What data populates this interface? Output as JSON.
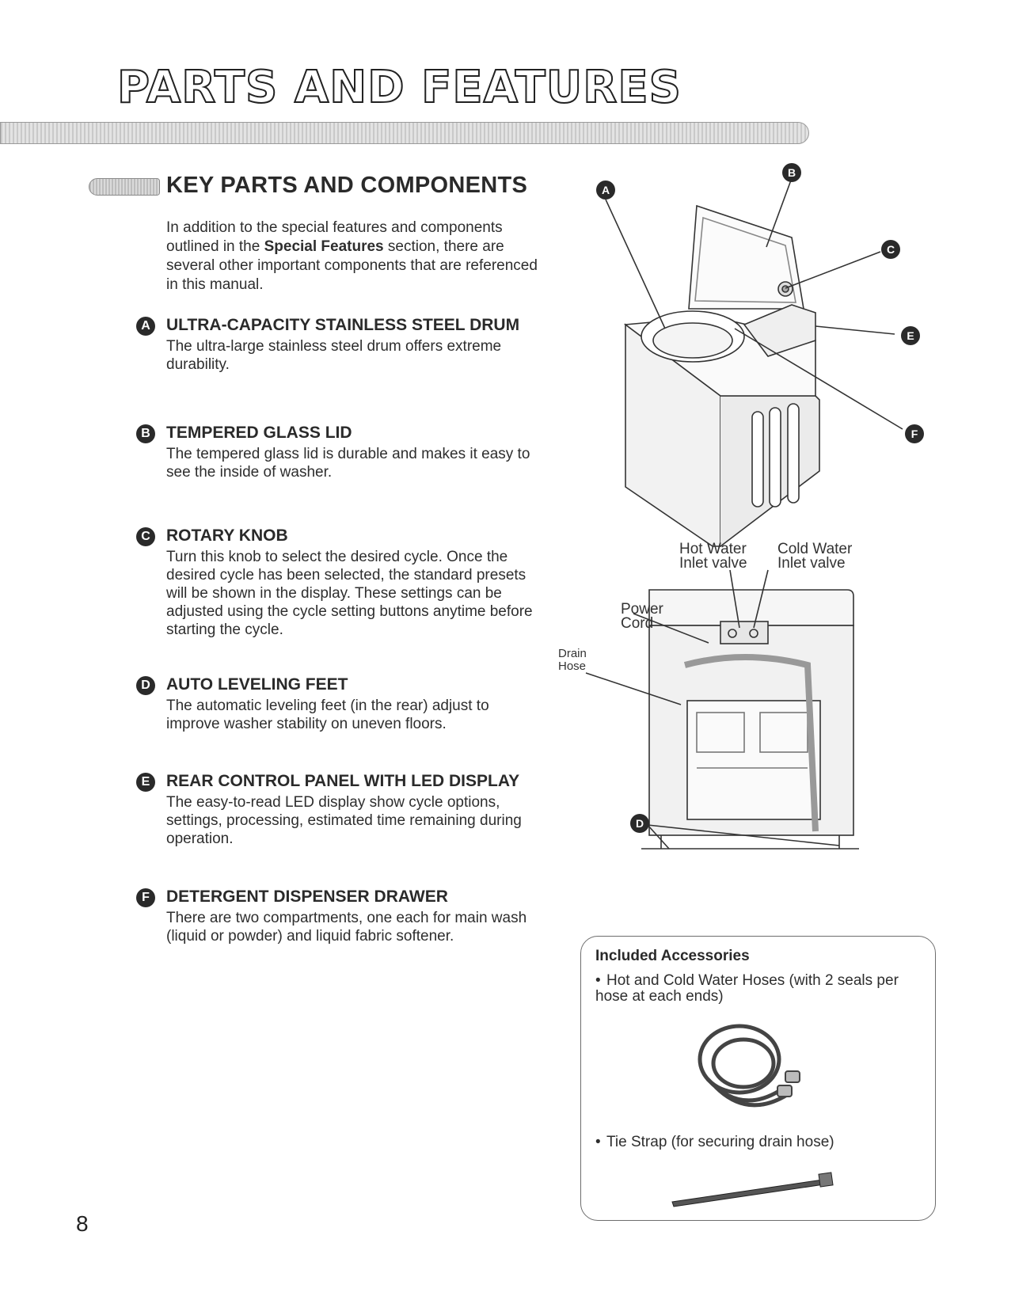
{
  "header": {
    "title": "PARTS AND FEATURES"
  },
  "section": {
    "title": "KEY PARTS AND COMPONENTS",
    "intro_before": "In addition to the special features and components outlined in the ",
    "intro_bold": "Special Features",
    "intro_after": " section, there are several other important components that are referenced in this manual."
  },
  "parts": [
    {
      "letter": "A",
      "title": "ULTRA-CAPACITY STAINLESS STEEL DRUM",
      "desc": "The ultra-large stainless steel drum offers extreme durability."
    },
    {
      "letter": "B",
      "title": "TEMPERED GLASS LID",
      "desc": "The tempered glass lid is durable and makes it easy to see the inside of washer."
    },
    {
      "letter": "C",
      "title": "ROTARY KNOB",
      "desc": "Turn this knob to select the desired cycle. Once the desired cycle has been selected, the standard presets will be shown in the display. These settings can be adjusted using the cycle setting buttons anytime before starting the cycle."
    },
    {
      "letter": "D",
      "title": "AUTO LEVELING FEET",
      "desc": "The automatic leveling feet (in the rear) adjust to improve washer stability on uneven floors."
    },
    {
      "letter": "E",
      "title": "REAR CONTROL PANEL WITH LED DISPLAY",
      "desc": "The easy-to-read LED display show cycle options, settings, processing, estimated time remaining during operation."
    },
    {
      "letter": "F",
      "title": "DETERGENT DISPENSER DRAWER",
      "desc": "There are two compartments, one each for main wash (liquid or powder) and liquid fabric softener."
    }
  ],
  "diagram": {
    "callouts": [
      "A",
      "B",
      "C",
      "E",
      "F",
      "D"
    ],
    "hot_line1": "Hot Water",
    "hot_line2": "Inlet valve",
    "cold_line1": "Cold Water",
    "cold_line2": "Inlet valve",
    "power_line1": "Power",
    "power_line2": "Cord",
    "drain_line1": "Drain",
    "drain_line2": "Hose"
  },
  "accessories": {
    "title": "Included Accessories",
    "items": [
      "Hot and Cold Water Hoses (with 2 seals per hose at each ends)",
      "Tie Strap (for securing drain hose)"
    ]
  },
  "footer": {
    "page_number": "8"
  }
}
